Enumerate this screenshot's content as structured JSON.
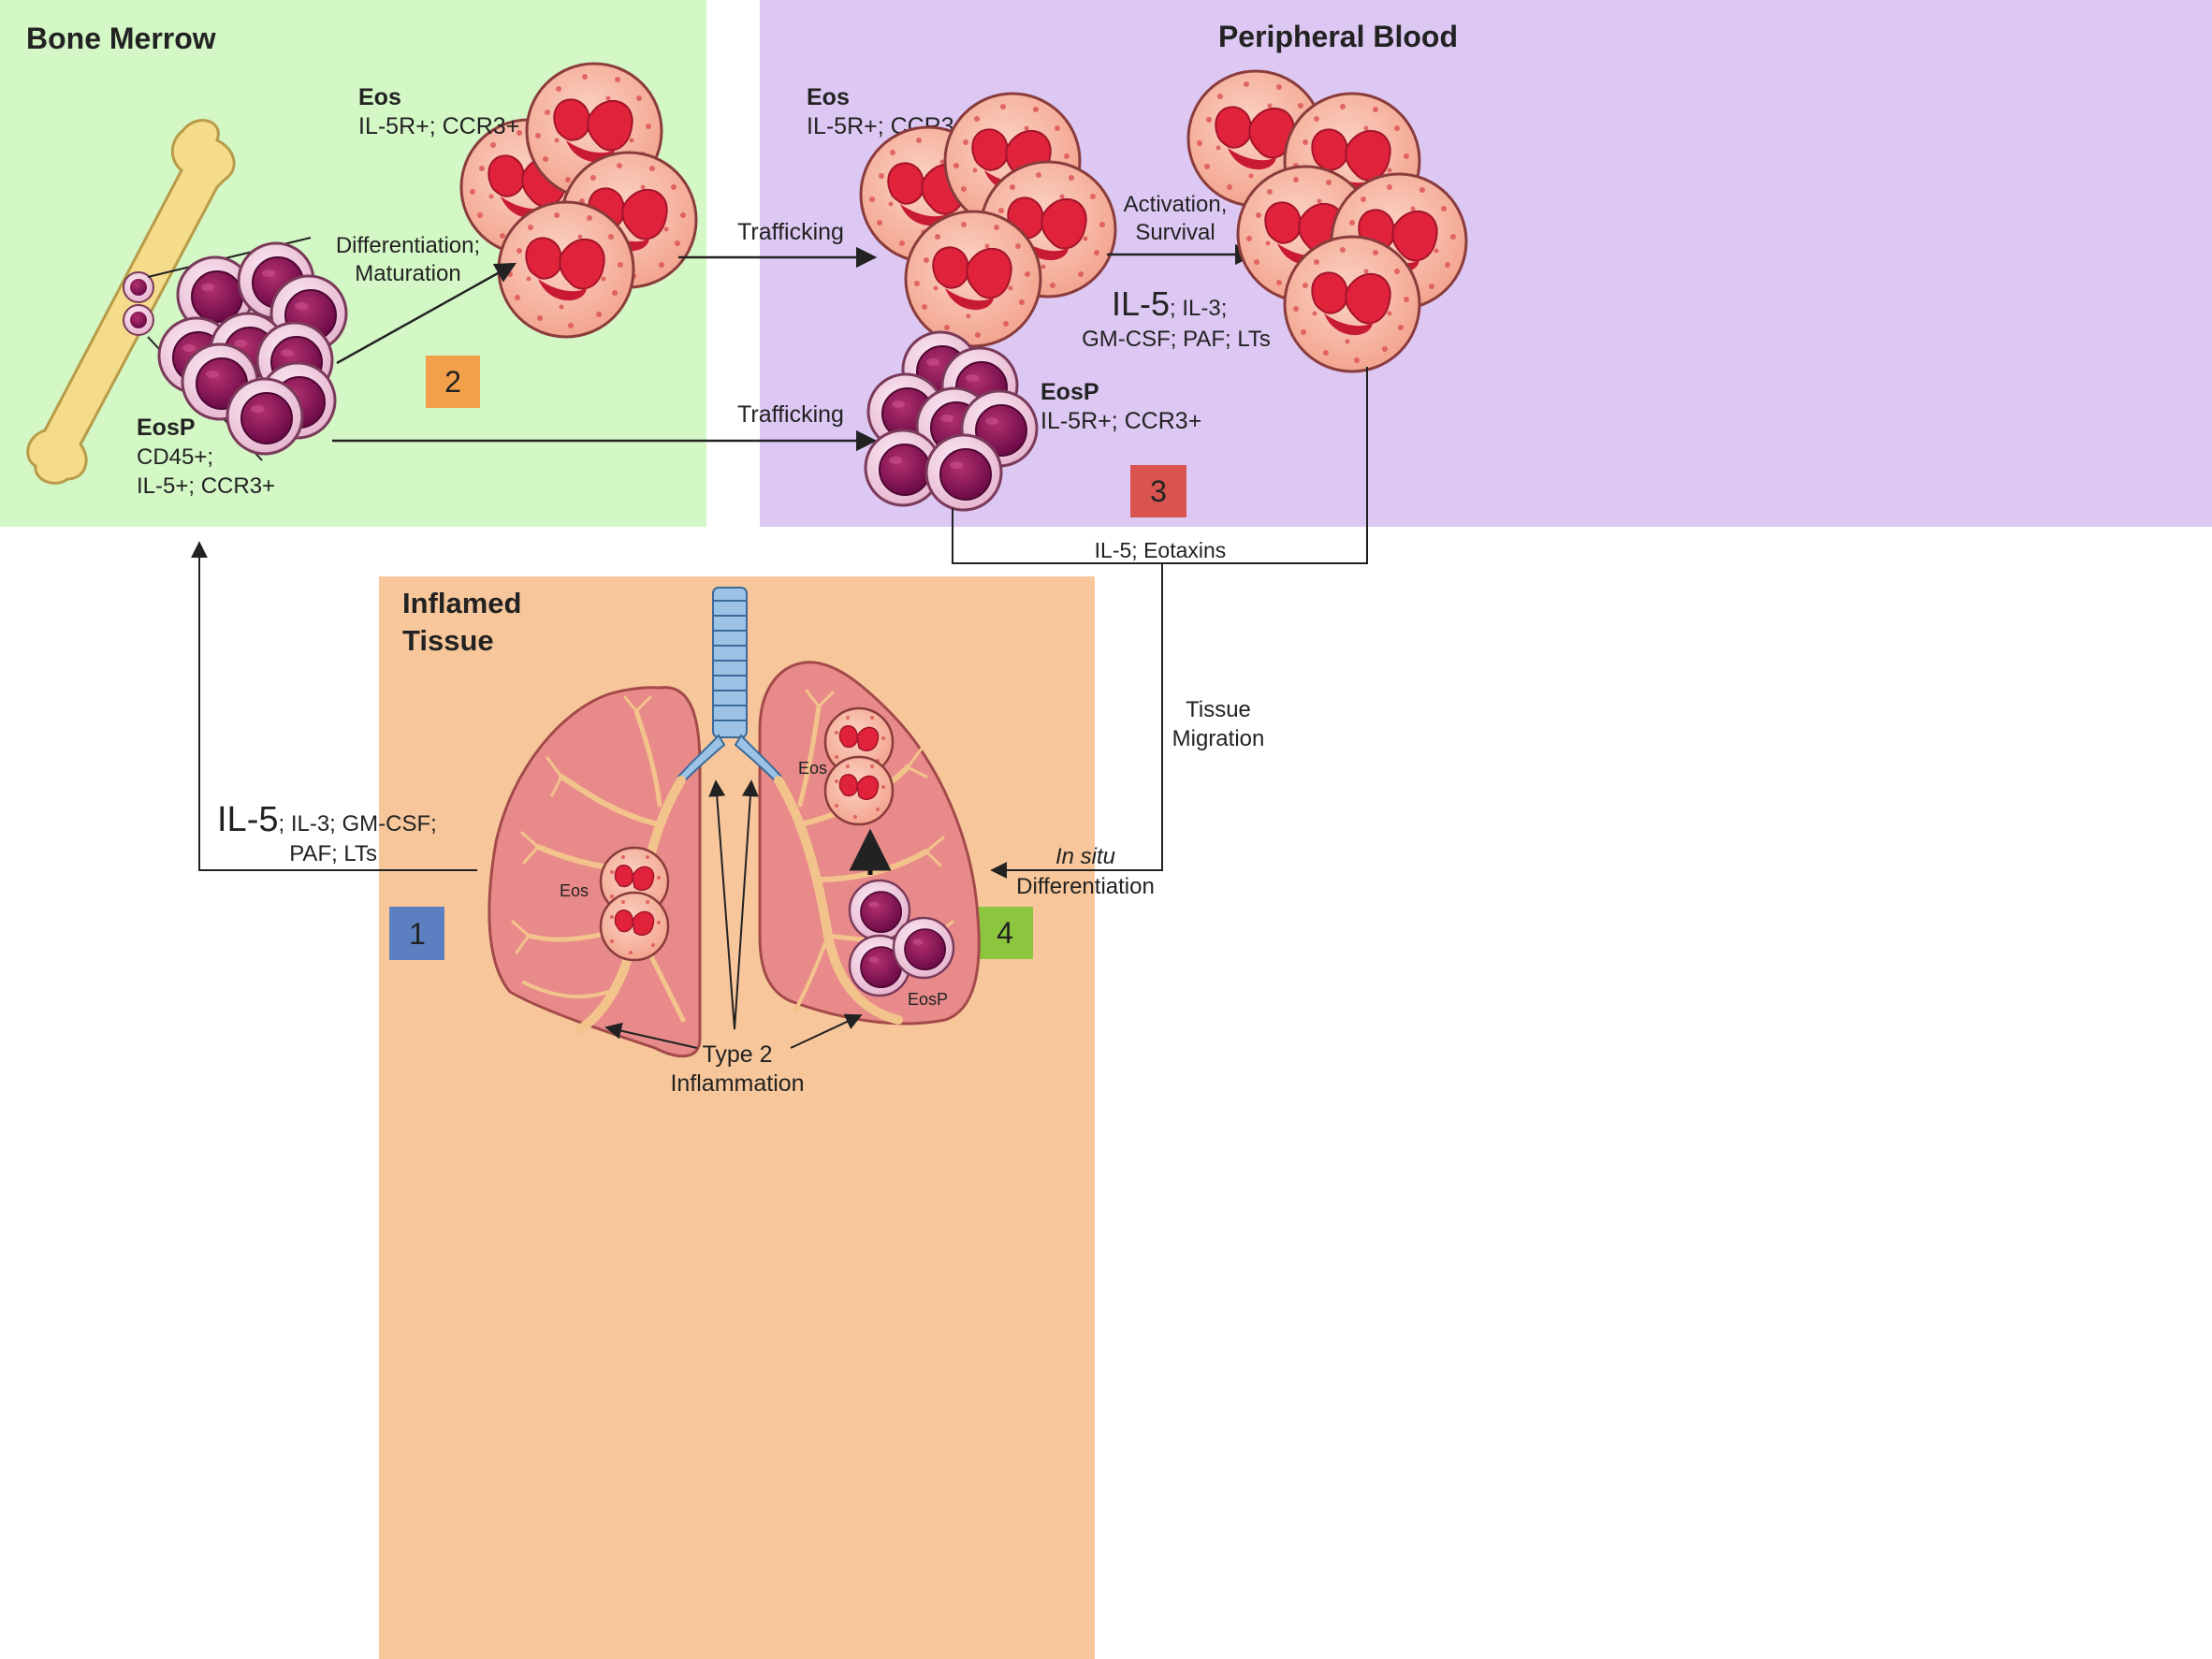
{
  "panels": {
    "bone_marrow": {
      "title": "Bone Merrow",
      "color": "#d4f7c6"
    },
    "peripheral_blood": {
      "title": "Peripheral Blood",
      "color": "#dcc8f3"
    },
    "inflamed_tissue": {
      "title_line1": "Inflamed",
      "title_line2": "Tissue",
      "color": "#f7c79b"
    }
  },
  "labels": {
    "bm_eos_title": "Eos",
    "bm_eos_markers": "IL-5R+; CCR3+",
    "bm_eosp_title": "EosP",
    "bm_eosp_line1": "CD45+;",
    "bm_eosp_line2": "IL-5+; CCR3+",
    "diff_line1": "Differentiation;",
    "diff_line2": "Maturation",
    "trafficking_top": "Trafficking",
    "trafficking_bottom": "Trafficking",
    "pb_eos_title": "Eos",
    "pb_eos_markers": "IL-5R+; CCR3+",
    "activation_line1": "Activation,",
    "activation_line2": "Survival",
    "pb_cytokine_big": "IL-5",
    "pb_cytokine_rest": "; IL-3;",
    "pb_cytokine_line2": "GM-CSF; PAF; LTs",
    "pb_eosp_title": "EosP",
    "pb_eosp_markers": "IL-5R+; CCR3+",
    "eotaxins": "IL-5; Eotaxins",
    "tissue_migration_line1": "Tissue",
    "tissue_migration_line2": "Migration",
    "insitu_italic": "In situ",
    "insitu_line2": "Differentiation",
    "left_cytokine_big": "IL-5",
    "left_cytokine_rest": "; IL-3; GM-CSF;",
    "left_cytokine_line2": "PAF; LTs",
    "lung_eos_left": "Eos",
    "lung_eos_right": "Eos",
    "lung_eosp": "EosP",
    "type2_line1": "Type 2",
    "type2_line2": "Inflammation"
  },
  "badges": [
    {
      "number": "1",
      "color": "#5b7fc0"
    },
    {
      "number": "2",
      "color": "#f2a14a"
    },
    {
      "number": "3",
      "color": "#d9544f"
    },
    {
      "number": "4",
      "color": "#8cc63f"
    }
  ]
}
